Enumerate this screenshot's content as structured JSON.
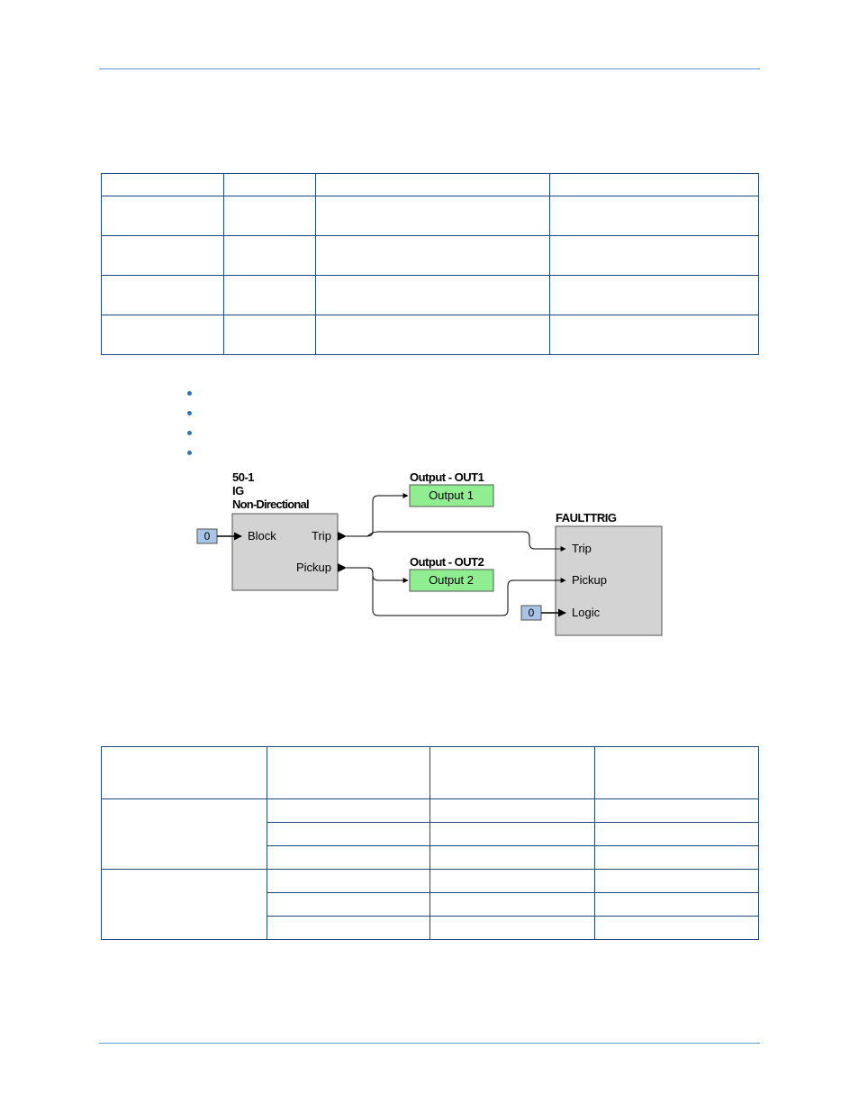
{
  "colors": {
    "rule": "#5b9bd5",
    "table_border": "#1f497d",
    "bullet": "#2e75b6",
    "block_fill": "#d3d3d3",
    "output_fill": "#90ee90",
    "constant_fill": "#a9c4e6"
  },
  "diagram": {
    "element_50_1": {
      "title_line1": "50-1",
      "title_line2": "IG",
      "title_line3": "Non-Directional",
      "input_block": "Block",
      "output_trip": "Trip",
      "output_pickup": "Pickup"
    },
    "output1": {
      "title": "Output - OUT1",
      "label": "Output 1"
    },
    "output2": {
      "title": "Output - OUT2",
      "label": "Output 2"
    },
    "faulttrig": {
      "title": "FAULTTRIG",
      "input_trip": "Trip",
      "input_pickup": "Pickup",
      "input_logic": "Logic"
    },
    "constant_block": "0",
    "constant_logic": "0"
  }
}
